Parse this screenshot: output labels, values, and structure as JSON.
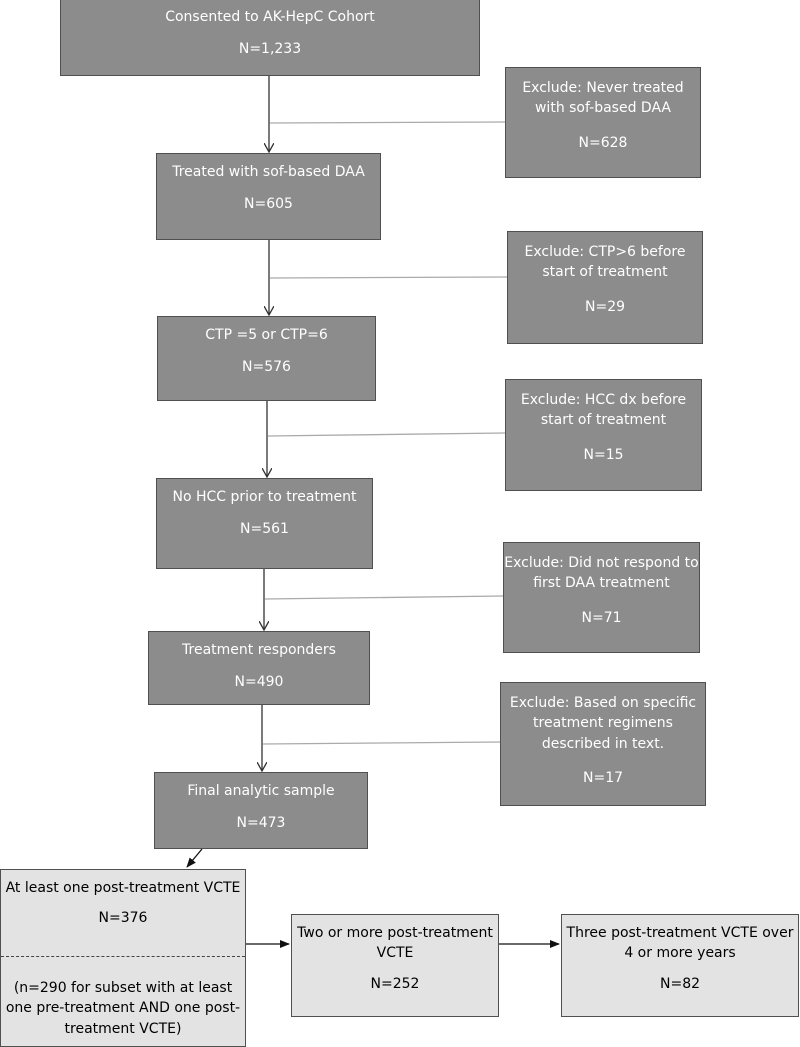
{
  "main": [
    {
      "label": "Consented to AK-HepC Cohort",
      "n": "N=1,233"
    },
    {
      "label": "Treated with sof-based DAA",
      "n": "N=605"
    },
    {
      "label": "CTP =5 or CTP=6",
      "n": "N=576"
    },
    {
      "label": "No HCC prior to treatment",
      "n": "N=561"
    },
    {
      "label": "Treatment responders",
      "n": "N=490"
    },
    {
      "label": "Final analytic sample",
      "n": "N=473"
    }
  ],
  "exclusions": [
    {
      "label": "Exclude: Never treated with sof-based DAA",
      "n": "N=628"
    },
    {
      "label": "Exclude: CTP>6 before start of treatment",
      "n": "N=29"
    },
    {
      "label": "Exclude: HCC dx before start of treatment",
      "n": "N=15"
    },
    {
      "label": "Exclude: Did not respond to first DAA treatment",
      "n": "N=71"
    },
    {
      "label": "Exclude:  Based on specific treatment regimens described in text.",
      "n": "N=17"
    }
  ],
  "outcomes": [
    {
      "label": "At least one post-treatment VCTE",
      "n": "N=376",
      "note": "(n=290 for subset with at least one pre-treatment AND one post-treatment VCTE)"
    },
    {
      "label": "Two or more post-treatment VCTE",
      "n": "N=252"
    },
    {
      "label": "Three post-treatment VCTE over 4 or more years",
      "n": "N=82"
    }
  ]
}
